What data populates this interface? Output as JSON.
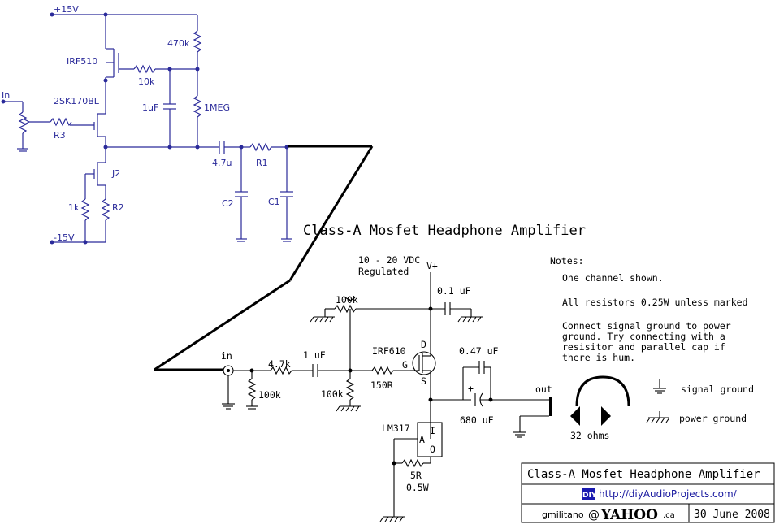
{
  "top_schematic": {
    "supply_pos": "+15V",
    "supply_neg": "-15V",
    "input_label": "In",
    "mosfet": "IRF510",
    "jfet": "2SK170BL",
    "j2": "J2",
    "r_470k": "470k",
    "r_10k": "10k",
    "c_1uf": "1uF",
    "r_1meg": "1MEG",
    "r3": "R3",
    "c_4_7u": "4.7u",
    "r1": "R1",
    "c2": "C2",
    "c1": "C1",
    "r_1k": "1k",
    "r2": "R2"
  },
  "main_title": "Class-A Mosfet Headphone Amplifier",
  "bottom_schematic": {
    "supply_note_line1": "10 - 20 VDC",
    "supply_note_line2": "Regulated",
    "vplus": "V+",
    "c_0_1uf": "0.1 uF",
    "pot_100k": "100k",
    "in_label": "in",
    "r_4_7k": "4.7k",
    "c_1uf": "1 uF",
    "mosfet": "IRF610",
    "pin_d": "D",
    "pin_g": "G",
    "pin_s": "S",
    "r_150r": "150R",
    "r_100k_a": "100k",
    "r_100k_b": "100k",
    "c_047": "0.47 uF",
    "c_680": "680 uF",
    "plus": "+",
    "out_label": "out",
    "ohms": "32 ohms",
    "lm317": "LM317",
    "pin_i": "I",
    "pin_a": "A",
    "pin_o": "O",
    "r_5r": "5R",
    "r_05w": "0.5W"
  },
  "notes": {
    "heading": "Notes:",
    "line1": "One channel shown.",
    "line2": "All resistors 0.25W unless marked",
    "line3a": "Connect signal ground to power",
    "line3b": "ground.  Try connecting with a",
    "line3c": "resisitor and parallel cap if",
    "line3d": "there is hum.",
    "signal_ground": "signal ground",
    "power_ground": "power ground"
  },
  "title_block": {
    "title": "Class-A Mosfet Headphone Amplifier",
    "diy_badge": "DIY",
    "url": "http://diyAudioProjects.com/",
    "author": "gmilitano",
    "at": "@",
    "yahoo": "YAHOO",
    "ca": ".ca",
    "date": "30 June 2008"
  },
  "colors": {
    "top_wires": "#2a2a9a",
    "bottom_wires": "#000000",
    "badge": "#1a1ab0"
  }
}
